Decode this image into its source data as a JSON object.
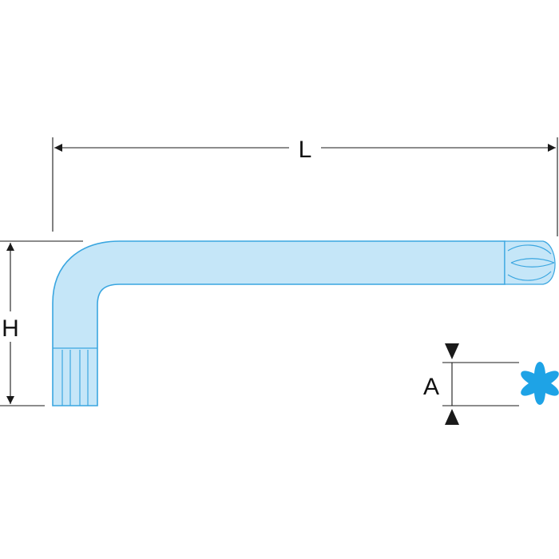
{
  "diagram": {
    "labels": {
      "length": "L",
      "height": "H",
      "tip_size": "A"
    },
    "colors": {
      "tool_fill": "#c5e6f8",
      "tool_stroke": "#3aa6e0",
      "star_fill": "#1ea3e6",
      "line": "#1a1a1a"
    },
    "icons": {
      "tool": "l-shaped-torx-key-icon",
      "profile": "torx-star-profile-icon"
    }
  }
}
